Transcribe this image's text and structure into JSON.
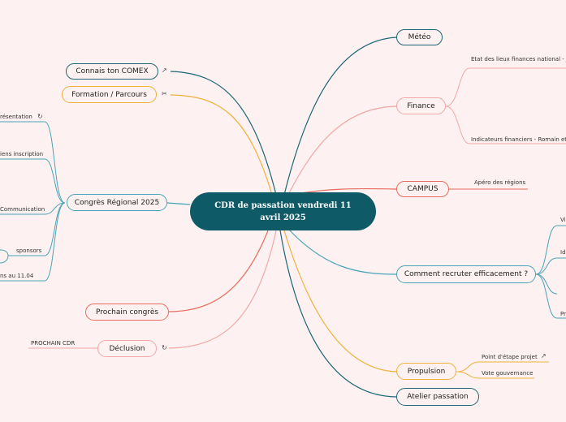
{
  "central": {
    "title": "CDR de passation vendredi 11 avril 2025"
  },
  "right_branches": {
    "meteo": "Météo",
    "finance": "Finance",
    "finance_children": [
      "Etat des lieux finances national - Ju",
      "Indicateurs financiers - Romain et J"
    ],
    "campus": "CAMPUS",
    "campus_children": [
      "Apéro des régions"
    ],
    "recruter": "Comment recruter efficacement ?",
    "recruter_children": [
      "Vi",
      "Id",
      "Pr"
    ],
    "propulsion": "Propulsion",
    "propulsion_children": [
      "Point d'étape projet",
      "Vote gouvernance"
    ],
    "atelier": "Atelier passation"
  },
  "left_branches": {
    "comex": "Connais ton COMEX",
    "formation": "Formation / Parcours",
    "congres_regional": "Congrès Régional 2025",
    "congres_children": [
      "résentation",
      "iens inscription",
      "Communication",
      "sponsors",
      "ns au 11.04"
    ],
    "prochain_congres": "Prochain congrès",
    "declusion": "Déclusion",
    "declusion_children": [
      "PROCHAIN CDR"
    ]
  },
  "colors": {
    "teal": "#1f6675",
    "yellow": "#f0b13a",
    "pink": "#f2a7a6",
    "red": "#e76c5f",
    "blue": "#4aa3b6",
    "central": "#0f5a67",
    "background": "#fdf2f1"
  },
  "icons": [
    "external-link-icon",
    "attachment-icon",
    "refresh-icon"
  ]
}
